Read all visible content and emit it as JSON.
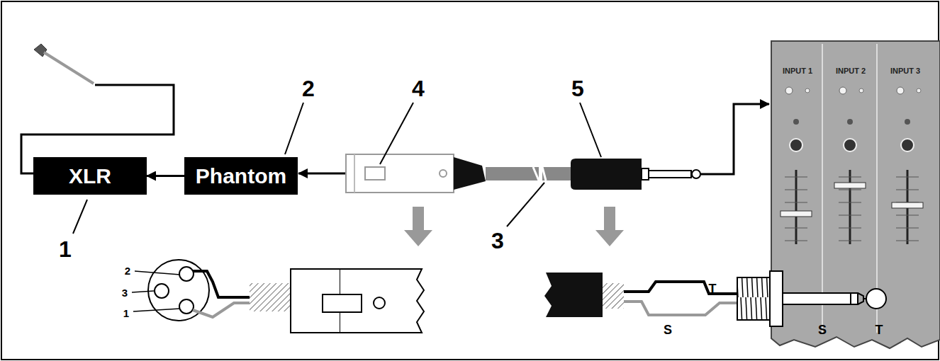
{
  "diagram": {
    "nodes": [
      {
        "text": [
          "XLR"
        ]
      },
      {
        "text": [
          "Phantom"
        ]
      }
    ],
    "edges": [
      {
        "from": 1,
        "to": 0,
        "arrow": "to"
      }
    ],
    "labels": [
      "2",
      "4",
      "5",
      "INPUT 1",
      "INPUT 2",
      "INPUT 3",
      "1",
      "3",
      "2",
      "3",
      "1",
      "T",
      "S",
      "S",
      "T"
    ]
  }
}
